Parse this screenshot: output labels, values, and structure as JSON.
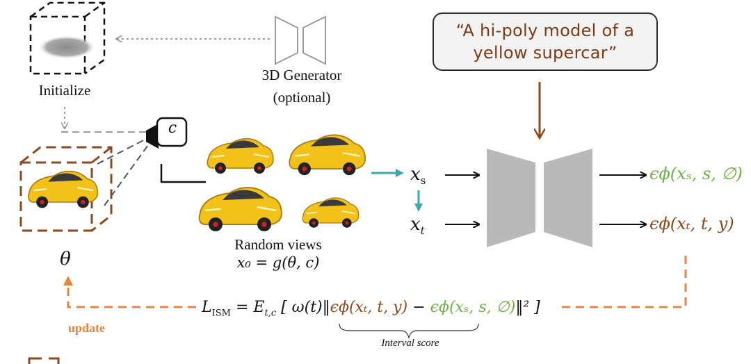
{
  "prompt": "“A hi-poly model of a\nyellow supercar”",
  "labels": {
    "initialize": "Initialize",
    "generator_line1": "3D Generator",
    "generator_line2": "(optional)",
    "random_views": "Random views",
    "camera": "c",
    "theta": "θ",
    "update": "update",
    "interval_score": "Interval score"
  },
  "equations": {
    "x0": "x₀ = g(θ, c)",
    "xs": "x",
    "xs_sub": "s",
    "xt": "x",
    "xt_sub": "t",
    "out_s": "ϵϕ(xₛ, s, ∅)",
    "out_t": "ϵϕ(xₜ, t, y)",
    "loss_lhs": "L",
    "loss_lhs_sub": "ISM",
    "loss_eq": "= E",
    "loss_eq_sub": "t,c",
    "loss_w": "[ ω(t)‖",
    "loss_term1": "ϵϕ(xₜ, t, y)",
    "loss_minus": " − ",
    "loss_term2": "ϵϕ(xₛ, s, ∅)",
    "loss_tail": "‖² ]"
  },
  "colors": {
    "brown": "#8a4a1c",
    "green": "#6fb043",
    "orange": "#e8843c",
    "teal": "#3aa8b4",
    "gray_unet": "#b9b9b9",
    "car_yellow": "#f2c21a"
  }
}
